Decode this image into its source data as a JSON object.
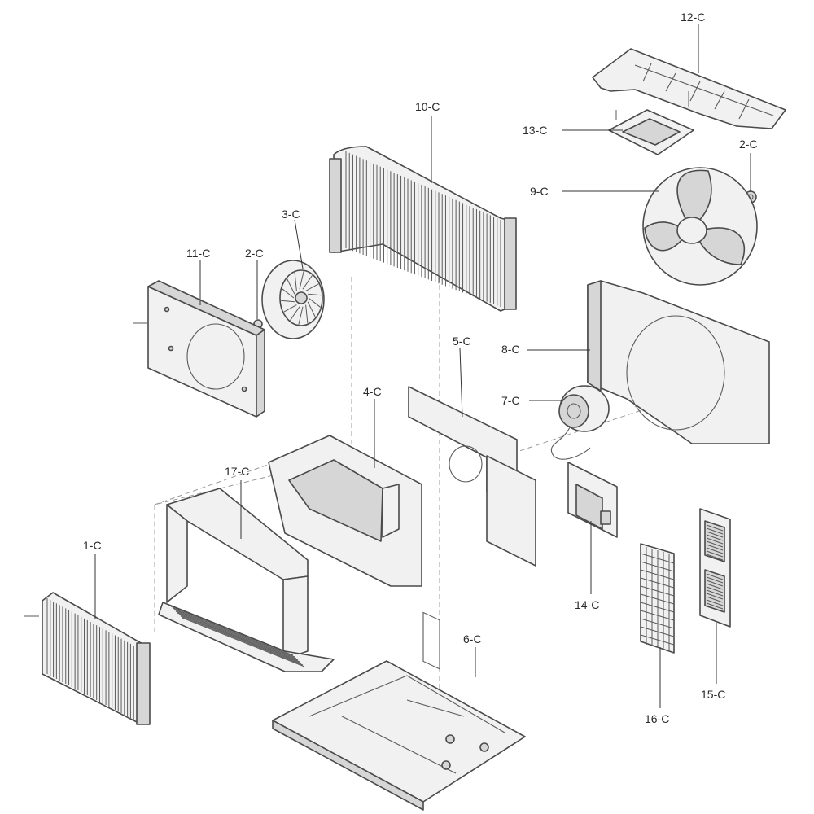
{
  "labels": {
    "p1": "1-C",
    "p2a": "2-C",
    "p2b": "2-C",
    "p3": "3-C",
    "p4": "4-C",
    "p5": "5-C",
    "p6": "6-C",
    "p7": "7-C",
    "p8": "8-C",
    "p9": "9-C",
    "p10": "10-C",
    "p11": "11-C",
    "p12": "12-C",
    "p13": "13-C",
    "p14": "14-C",
    "p15": "15-C",
    "p16": "16-C",
    "p17": "17-C"
  }
}
